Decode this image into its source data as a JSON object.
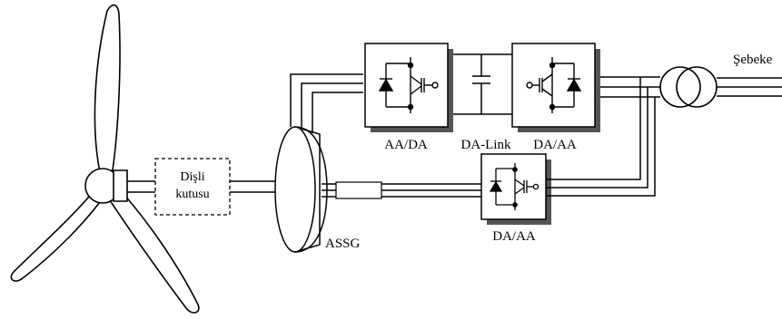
{
  "diagram": {
    "labels": {
      "gearbox_line1": "Dişli",
      "gearbox_line2": "kutusu",
      "generator": "ASSG",
      "rectifier": "AA/DA",
      "dc_link": "DA-Link",
      "inverter": "DA/AA",
      "rotor_converter": "DA/AA",
      "grid": "Şebeke"
    },
    "icons": {
      "turbine": "wind-turbine-icon",
      "gearbox": "gearbox-icon",
      "generator": "generator-icon",
      "transformer": "transformer-icon",
      "diode": "diode-icon",
      "igbt": "igbt-icon",
      "capacitor": "capacitor-icon"
    },
    "colors": {
      "line": "#000000",
      "box_shadow": "#555555",
      "box_fill": "#ffffff"
    }
  }
}
